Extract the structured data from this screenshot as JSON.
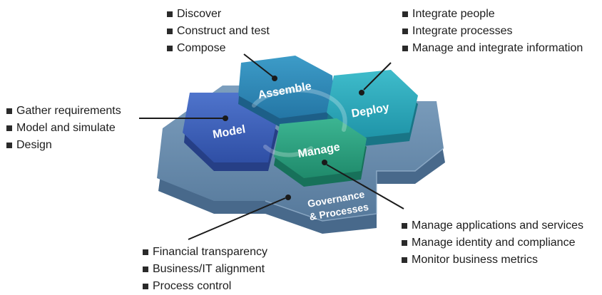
{
  "diagram": {
    "hexagons": {
      "model": "Model",
      "assemble": "Assemble",
      "deploy": "Deploy",
      "manage": "Manage",
      "governance_line1": "Governance",
      "governance_line2": "& Processes"
    },
    "groups": {
      "assemble": {
        "items": [
          "Discover",
          "Construct and test",
          "Compose"
        ]
      },
      "deploy": {
        "items": [
          "Integrate people",
          "Integrate processes",
          "Manage and integrate information"
        ]
      },
      "model": {
        "items": [
          "Gather requirements",
          "Model and simulate",
          "Design"
        ]
      },
      "manage": {
        "items": [
          "Manage applications and services",
          "Manage identity and compliance",
          "Monitor business metrics"
        ]
      },
      "governance": {
        "items": [
          "Financial transparency",
          "Business/IT alignment",
          "Process control"
        ]
      }
    },
    "colors": {
      "model": "#3d5fb8",
      "assemble": "#2f86b4",
      "deploy": "#2aa6b8",
      "manage": "#2b9c7e",
      "base": "#6b8fb0",
      "governance_text": "#e2ebf3"
    }
  }
}
